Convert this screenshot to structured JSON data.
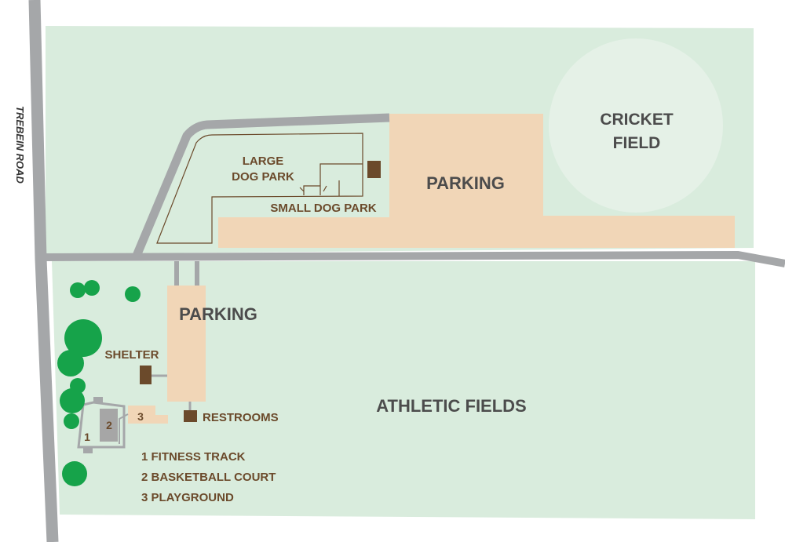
{
  "colors": {
    "background": "#ffffff",
    "grass": "#d9ecdd",
    "road": "#a5a7a9",
    "parking": "#f1d6b7",
    "cricket_field": "#e5f1e7",
    "building": "#6b4a2b",
    "tree": "#16a34a",
    "dark_label": "#4c4c4c",
    "brown_label": "#6b4a2b",
    "court": "#a6a6a6"
  },
  "labels": {
    "road": "TREBEIN ROAD",
    "cricket_line1": "CRICKET",
    "cricket_line2": "FIELD",
    "parking_north": "PARKING",
    "parking_south": "PARKING",
    "large_dog_line1": "LARGE",
    "large_dog_line2": "DOG PARK",
    "small_dog": "SMALL DOG PARK",
    "shelter": "SHELTER",
    "restrooms": "RESTROOMS",
    "athletic_fields": "ATHLETIC FIELDS",
    "marker_1": "1",
    "marker_2": "2",
    "marker_3": "3"
  },
  "legend": [
    "1 FITNESS TRACK",
    "2 BASKETBALL COURT",
    "3 PLAYGROUND"
  ]
}
